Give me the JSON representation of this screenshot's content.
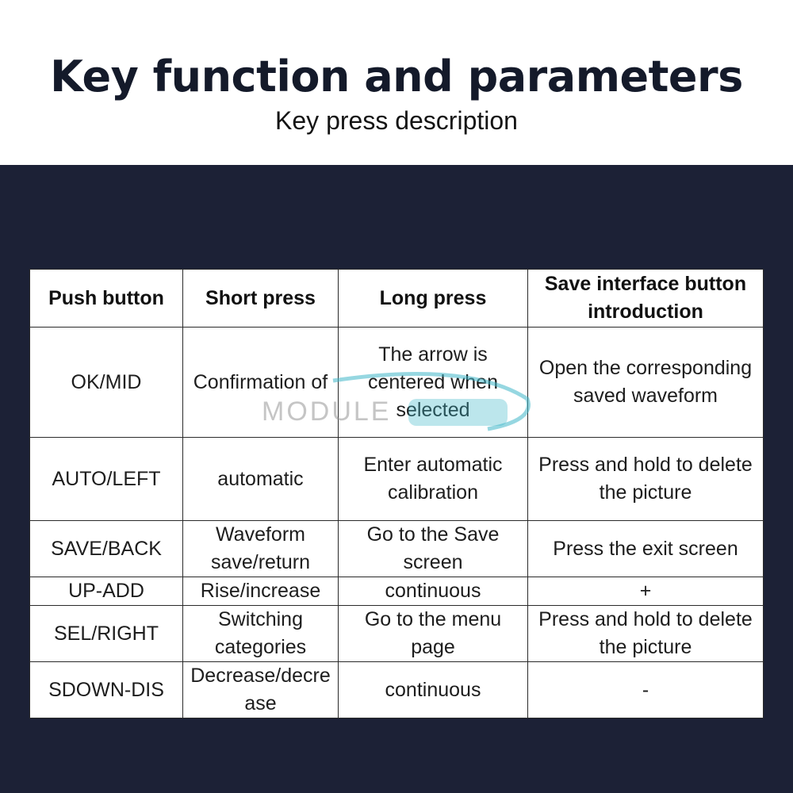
{
  "header": {
    "title": "Key function and parameters",
    "subtitle": "Key press description"
  },
  "table": {
    "columns": [
      "Push button",
      "Short press",
      "Long press",
      "Save interface button introduction"
    ],
    "rows": [
      [
        "OK/MID",
        "Confirmation of",
        "The arrow is centered when selected",
        "Open the corresponding saved waveform"
      ],
      [
        "AUTO/LEFT",
        "automatic",
        "Enter automatic calibration",
        "Press and hold to delete the picture"
      ],
      [
        "SAVE/BACK",
        "Waveform save/return",
        "Go to the Save screen",
        "Press the exit screen"
      ],
      [
        "UP-ADD",
        "Rise/increase",
        "continuous",
        "+"
      ],
      [
        "SEL/RIGHT",
        "Switching categories",
        "Go to the menu page",
        "Press and hold to delete the picture"
      ],
      [
        "SDOWN-DIS",
        "Decrease/decrease",
        "continuous",
        "-"
      ]
    ]
  },
  "watermark": {
    "text": "MODULE",
    "color": "#9aa3a8",
    "accent_color": "#3fb7c9"
  },
  "colors": {
    "panel_background": "#1c2136",
    "title_color": "#141a2a",
    "table_border": "#2a2a2a"
  }
}
